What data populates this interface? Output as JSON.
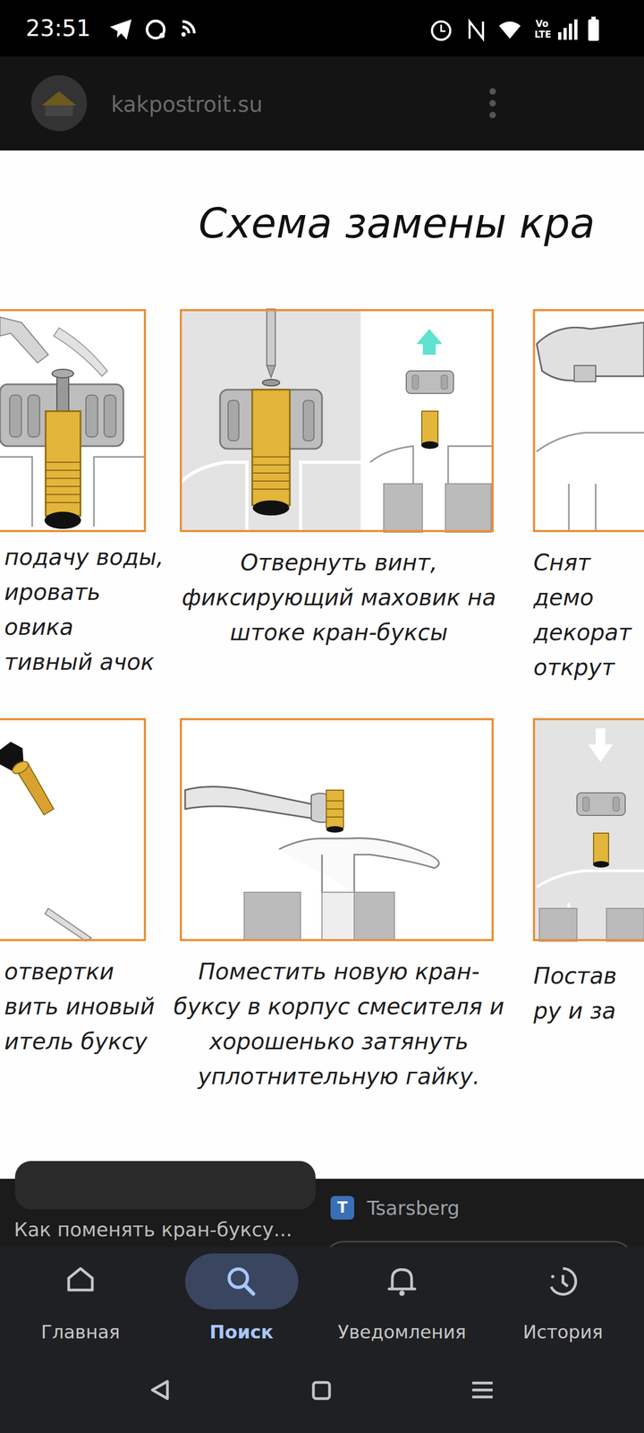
{
  "diagram": {
    "title": "Схема замены кра",
    "nodes": [
      {
        "text": [
          "подачу воды, ировать овика тивный ачок"
        ]
      },
      {
        "text": [
          "Отвернуть винт, фиксирующий маховик на штоке кран-буксы"
        ]
      },
      {
        "text": [
          "Снят демо декорат открут"
        ]
      },
      {
        "text": [
          "отвертки вить иновый итель буксу"
        ]
      },
      {
        "text": [
          "Поместить новую кран-буксу в корпус смесителя и хорошенько затянуть уплотнительную гайку."
        ]
      },
      {
        "text": [
          "Постав ру и за"
        ]
      }
    ],
    "labels": [
      "23:51",
      "Vo",
      "LTE",
      "kakpostroit.su",
      "Как поменять кран-буксу...",
      "T",
      "Tsarsberg",
      "Главная",
      "Поиск",
      "Уведомления",
      "История"
    ]
  }
}
